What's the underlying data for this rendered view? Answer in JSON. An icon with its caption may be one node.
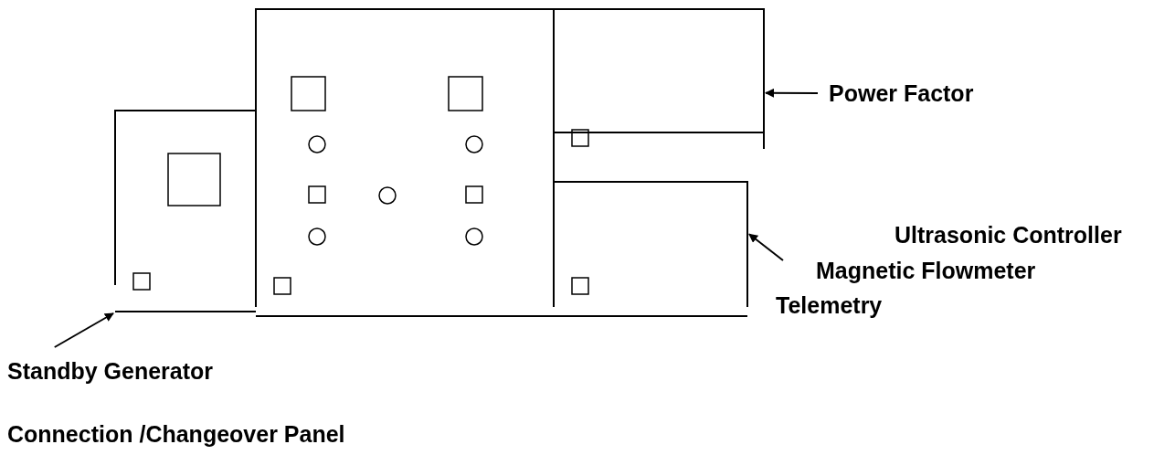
{
  "diagram": {
    "nodes": [
      {
        "text": [],
        "shape": "box"
      },
      {
        "text": [],
        "shape": "box"
      },
      {
        "text": [],
        "shape": "box"
      },
      {
        "text": [],
        "shape": "box"
      },
      {
        "text": [
          "Power Factor"
        ]
      },
      {
        "text": [
          "Ultrasonic Controller"
        ]
      },
      {
        "text": [
          "Magnetic Flowmeter"
        ]
      },
      {
        "text": [
          "Telemetry"
        ]
      },
      {
        "text": [
          "Standby Generator"
        ]
      }
    ],
    "edges": [
      {
        "from": 4,
        "to": 2,
        "arrow": "to"
      },
      {
        "from": null,
        "to": 3,
        "arrow": "to"
      },
      {
        "from": 8,
        "to": 0,
        "arrow": "to"
      }
    ],
    "labels": [
      "Connection /Changeover Panel"
    ]
  }
}
